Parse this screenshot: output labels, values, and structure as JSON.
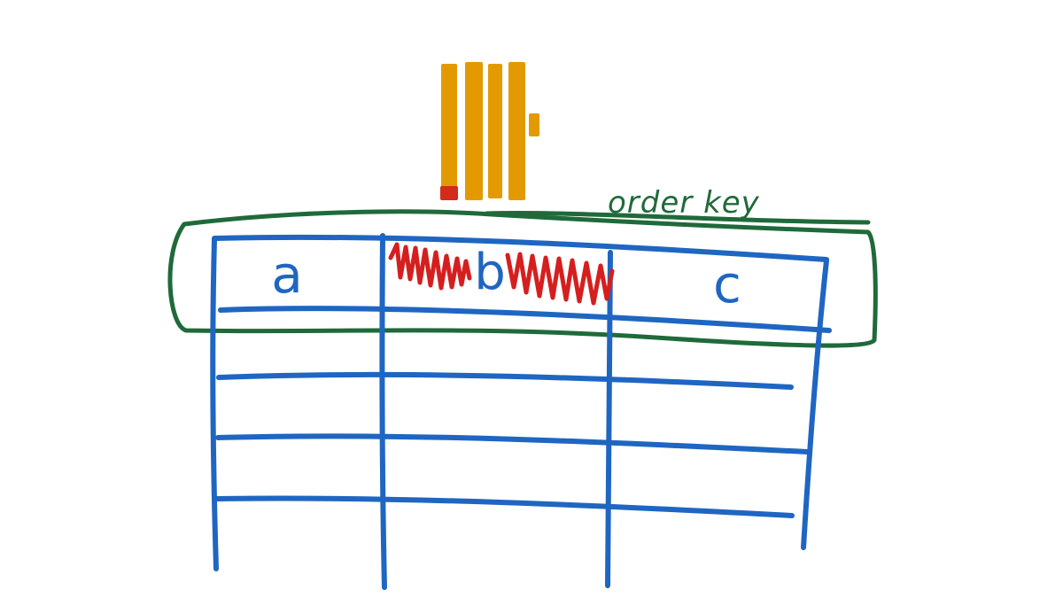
{
  "annotation": {
    "label": "order key"
  },
  "table": {
    "columns": [
      "a",
      "b",
      "c"
    ],
    "highlighted_column": "b",
    "body_rows": 4
  },
  "colors": {
    "table_lines": "#1f66c2",
    "order_key": "#1f6a3a",
    "highlight": "#d51f1f",
    "marks": "#e39a00",
    "accent_mark": "#d42b1b",
    "background": "#ffffff"
  }
}
